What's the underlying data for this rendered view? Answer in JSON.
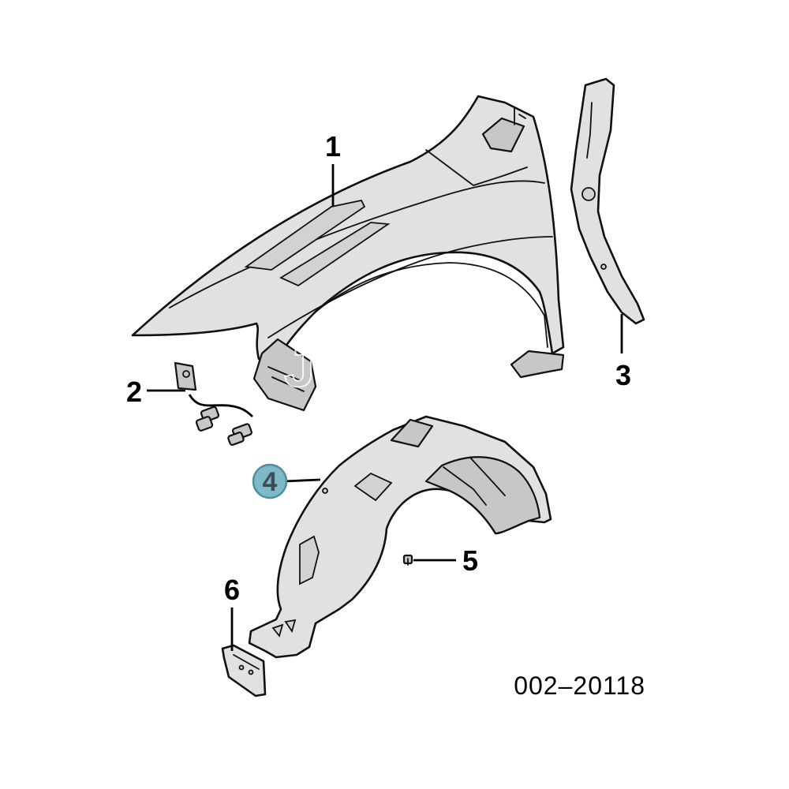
{
  "callouts": {
    "c1": "1",
    "c2": "2",
    "c3": "3",
    "c4": "4",
    "c5": "5",
    "c6": "6"
  },
  "diagram_number": "002–20118",
  "highlighted_callout": "4",
  "colors": {
    "highlight_fill": "#7fb8c7",
    "highlight_stroke": "#4f8ea0",
    "part_fill": "#e1e1e1",
    "outline": "#111111"
  },
  "watermark": "JKER"
}
